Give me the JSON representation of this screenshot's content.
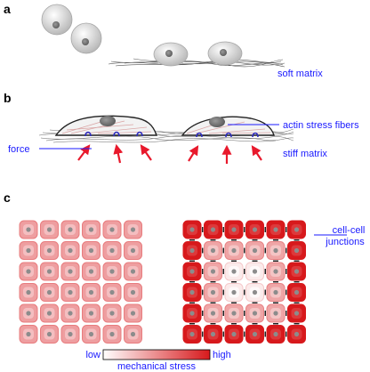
{
  "panels": {
    "a": {
      "label": "a",
      "matrix_label": "soft matrix"
    },
    "b": {
      "label": "b",
      "stress_fibers_label": "actin stress fibers",
      "force_label": "force",
      "matrix_label": "stiff matrix"
    },
    "c": {
      "label": "c",
      "junctions_label_line1": "cell-cell",
      "junctions_label_line2": "junctions",
      "grid_rows": 6,
      "grid_cols": 6,
      "scale": {
        "low_label": "low",
        "high_label": "high",
        "title": "mechanical stress"
      }
    }
  },
  "colors": {
    "annotation": "#1a1aff",
    "arrow": "#e8192c",
    "stress_high": "#d7191c",
    "stress_low": "#ffffff",
    "uniform_cell": "#f7a3a3"
  },
  "icons": [
    "cell-nucleus-icon",
    "force-arrow-icon",
    "focal-adhesion-icon"
  ]
}
